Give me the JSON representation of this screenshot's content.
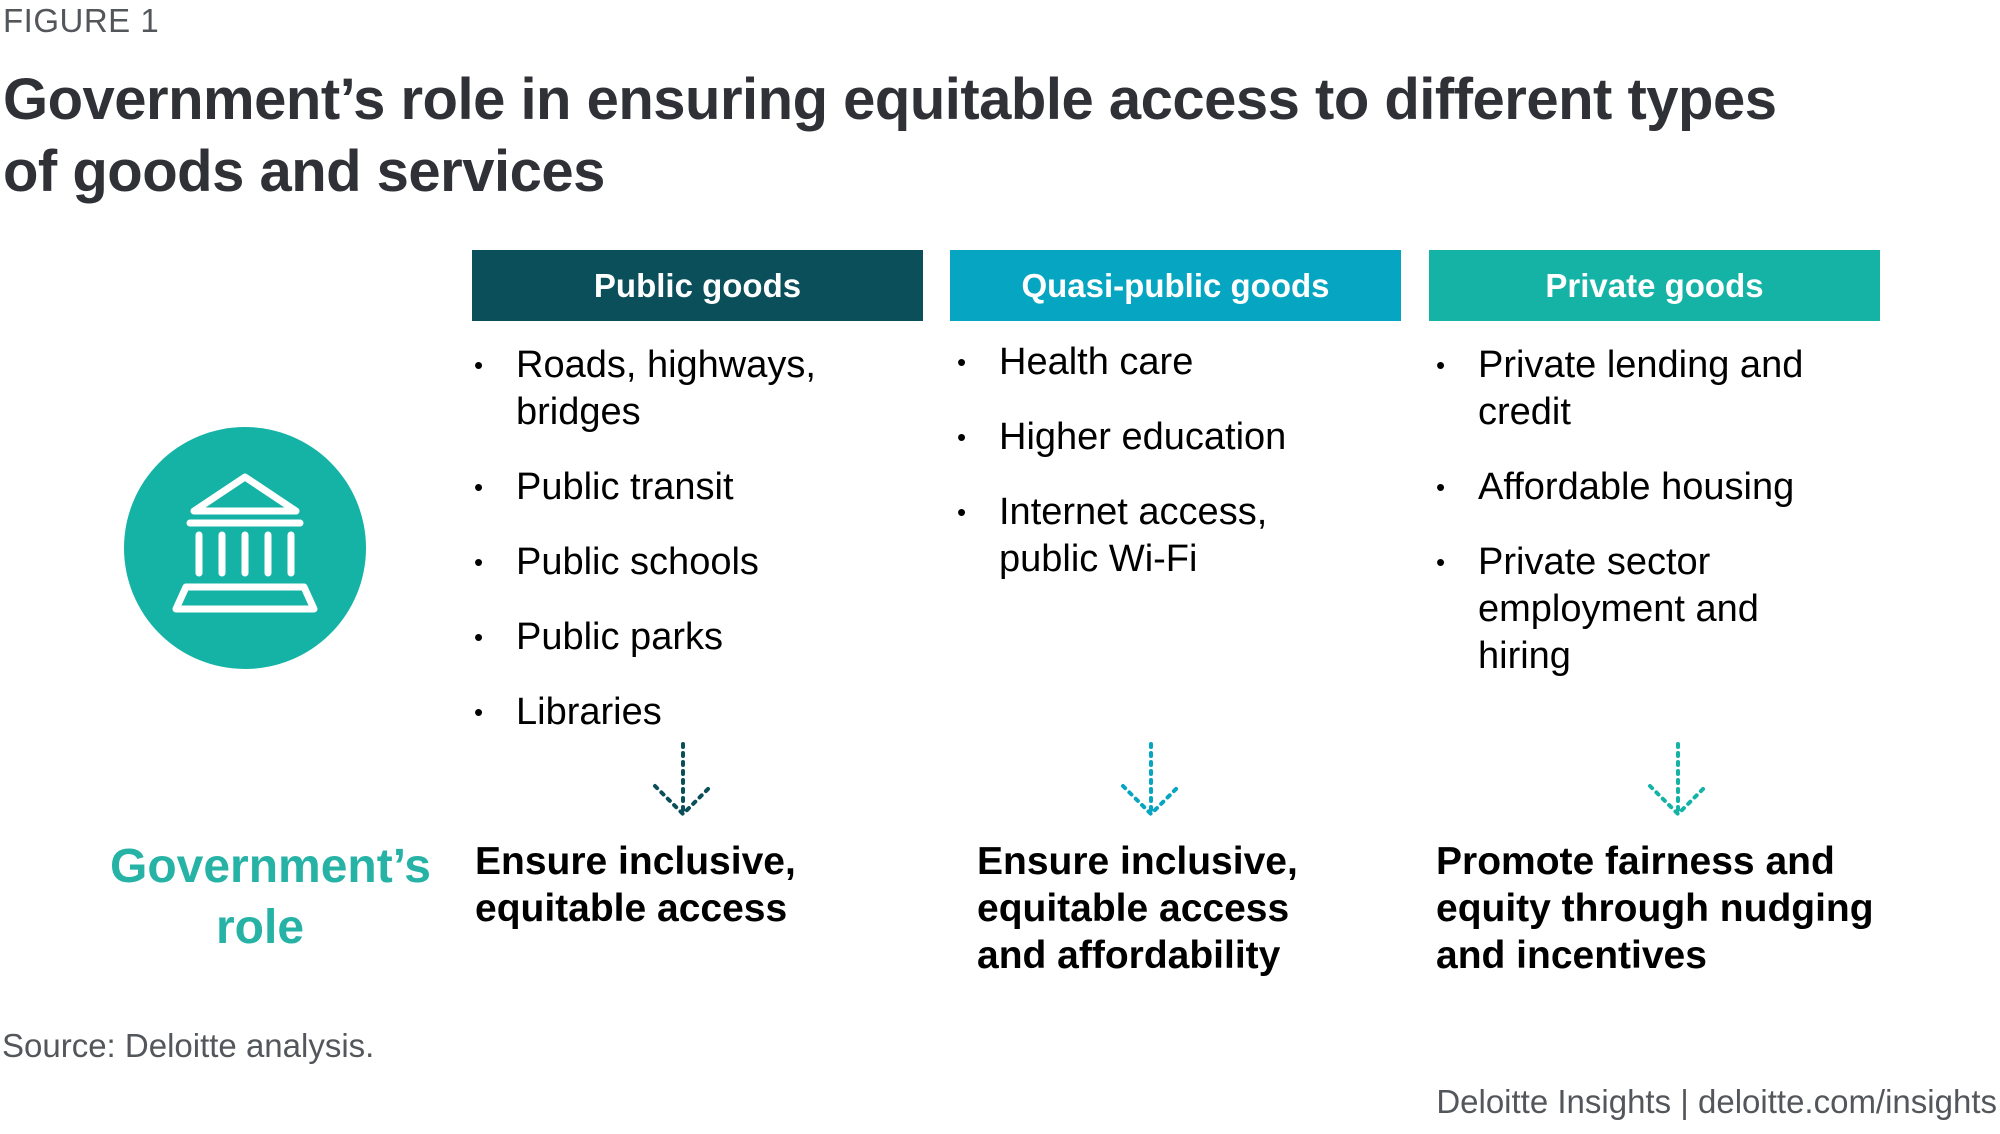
{
  "figure_label": "FIGURE 1",
  "title": "Government’s role in ensuring equitable access to different types of goods and services",
  "colors": {
    "public": "#0b4f5a",
    "quasi": "#06a5c1",
    "private": "#14b3a6",
    "role": "#26b3a6"
  },
  "icon": "government-building-icon",
  "columns": [
    {
      "header": "Public goods",
      "items": [
        "Roads, highways, bridges",
        "Public transit",
        "Public schools",
        "Public parks",
        "Libraries"
      ],
      "role": "Ensure inclusive, equitable access"
    },
    {
      "header": "Quasi-public goods",
      "items": [
        "Health care",
        "Higher education",
        "Internet access, public Wi-Fi"
      ],
      "role": "Ensure inclusive, equitable access and affordability"
    },
    {
      "header": "Private goods",
      "items": [
        "Private lending  and credit",
        "Affordable housing",
        "Private sector employment and hiring"
      ],
      "role": "Promote fairness and equity through nudging and incentives"
    }
  ],
  "role_label": "Government’s role",
  "source": "Source: Deloitte analysis.",
  "footer": "Deloitte Insights | deloitte.com/insights"
}
